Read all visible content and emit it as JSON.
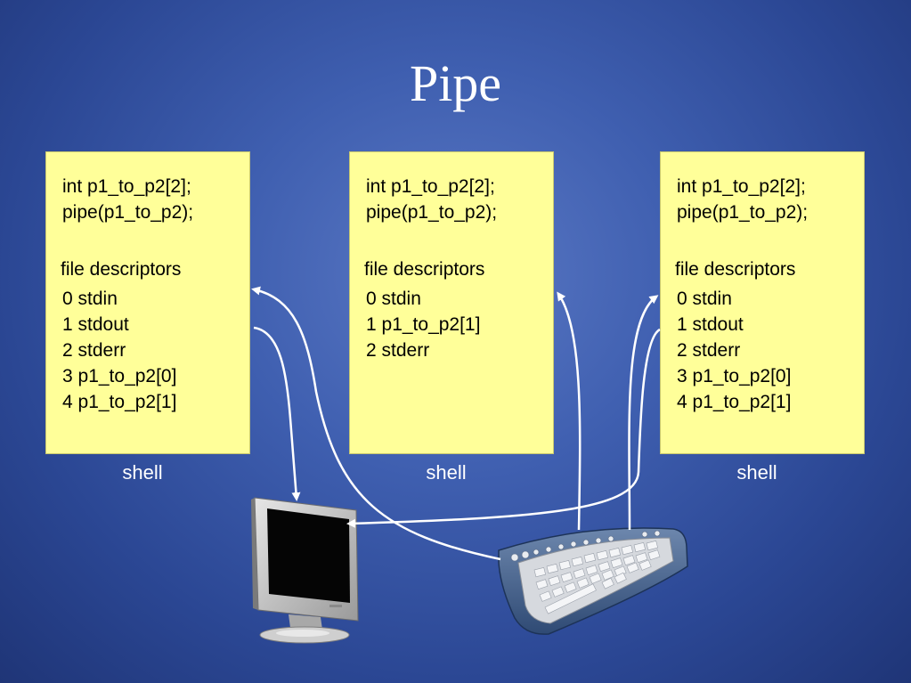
{
  "title": "Pipe",
  "boxes": [
    {
      "code": [
        "int p1_to_p2[2];",
        "pipe(p1_to_p2);"
      ],
      "fd_heading": "file descriptors",
      "fds": [
        "0 stdin",
        "1 stdout",
        "2 stderr",
        "3 p1_to_p2[0]",
        "4 p1_to_p2[1]"
      ],
      "label": "shell"
    },
    {
      "code": [
        "int p1_to_p2[2];",
        "pipe(p1_to_p2);"
      ],
      "fd_heading": "file descriptors",
      "fds": [
        "0 stdin",
        "1 p1_to_p2[1]",
        "2 stderr"
      ],
      "label": "shell"
    },
    {
      "code": [
        "int p1_to_p2[2];",
        "pipe(p1_to_p2);"
      ],
      "fd_heading": "file descriptors",
      "fds": [
        "0 stdin",
        "1 stdout",
        "2 stderr",
        "3 p1_to_p2[0]",
        "4 p1_to_p2[1]"
      ],
      "label": "shell"
    }
  ],
  "colors": {
    "box_fill": "#ffff99",
    "background": "#3f5fb0",
    "arrows": "#ffffff"
  },
  "icons": [
    "monitor-icon",
    "keyboard-icon"
  ]
}
